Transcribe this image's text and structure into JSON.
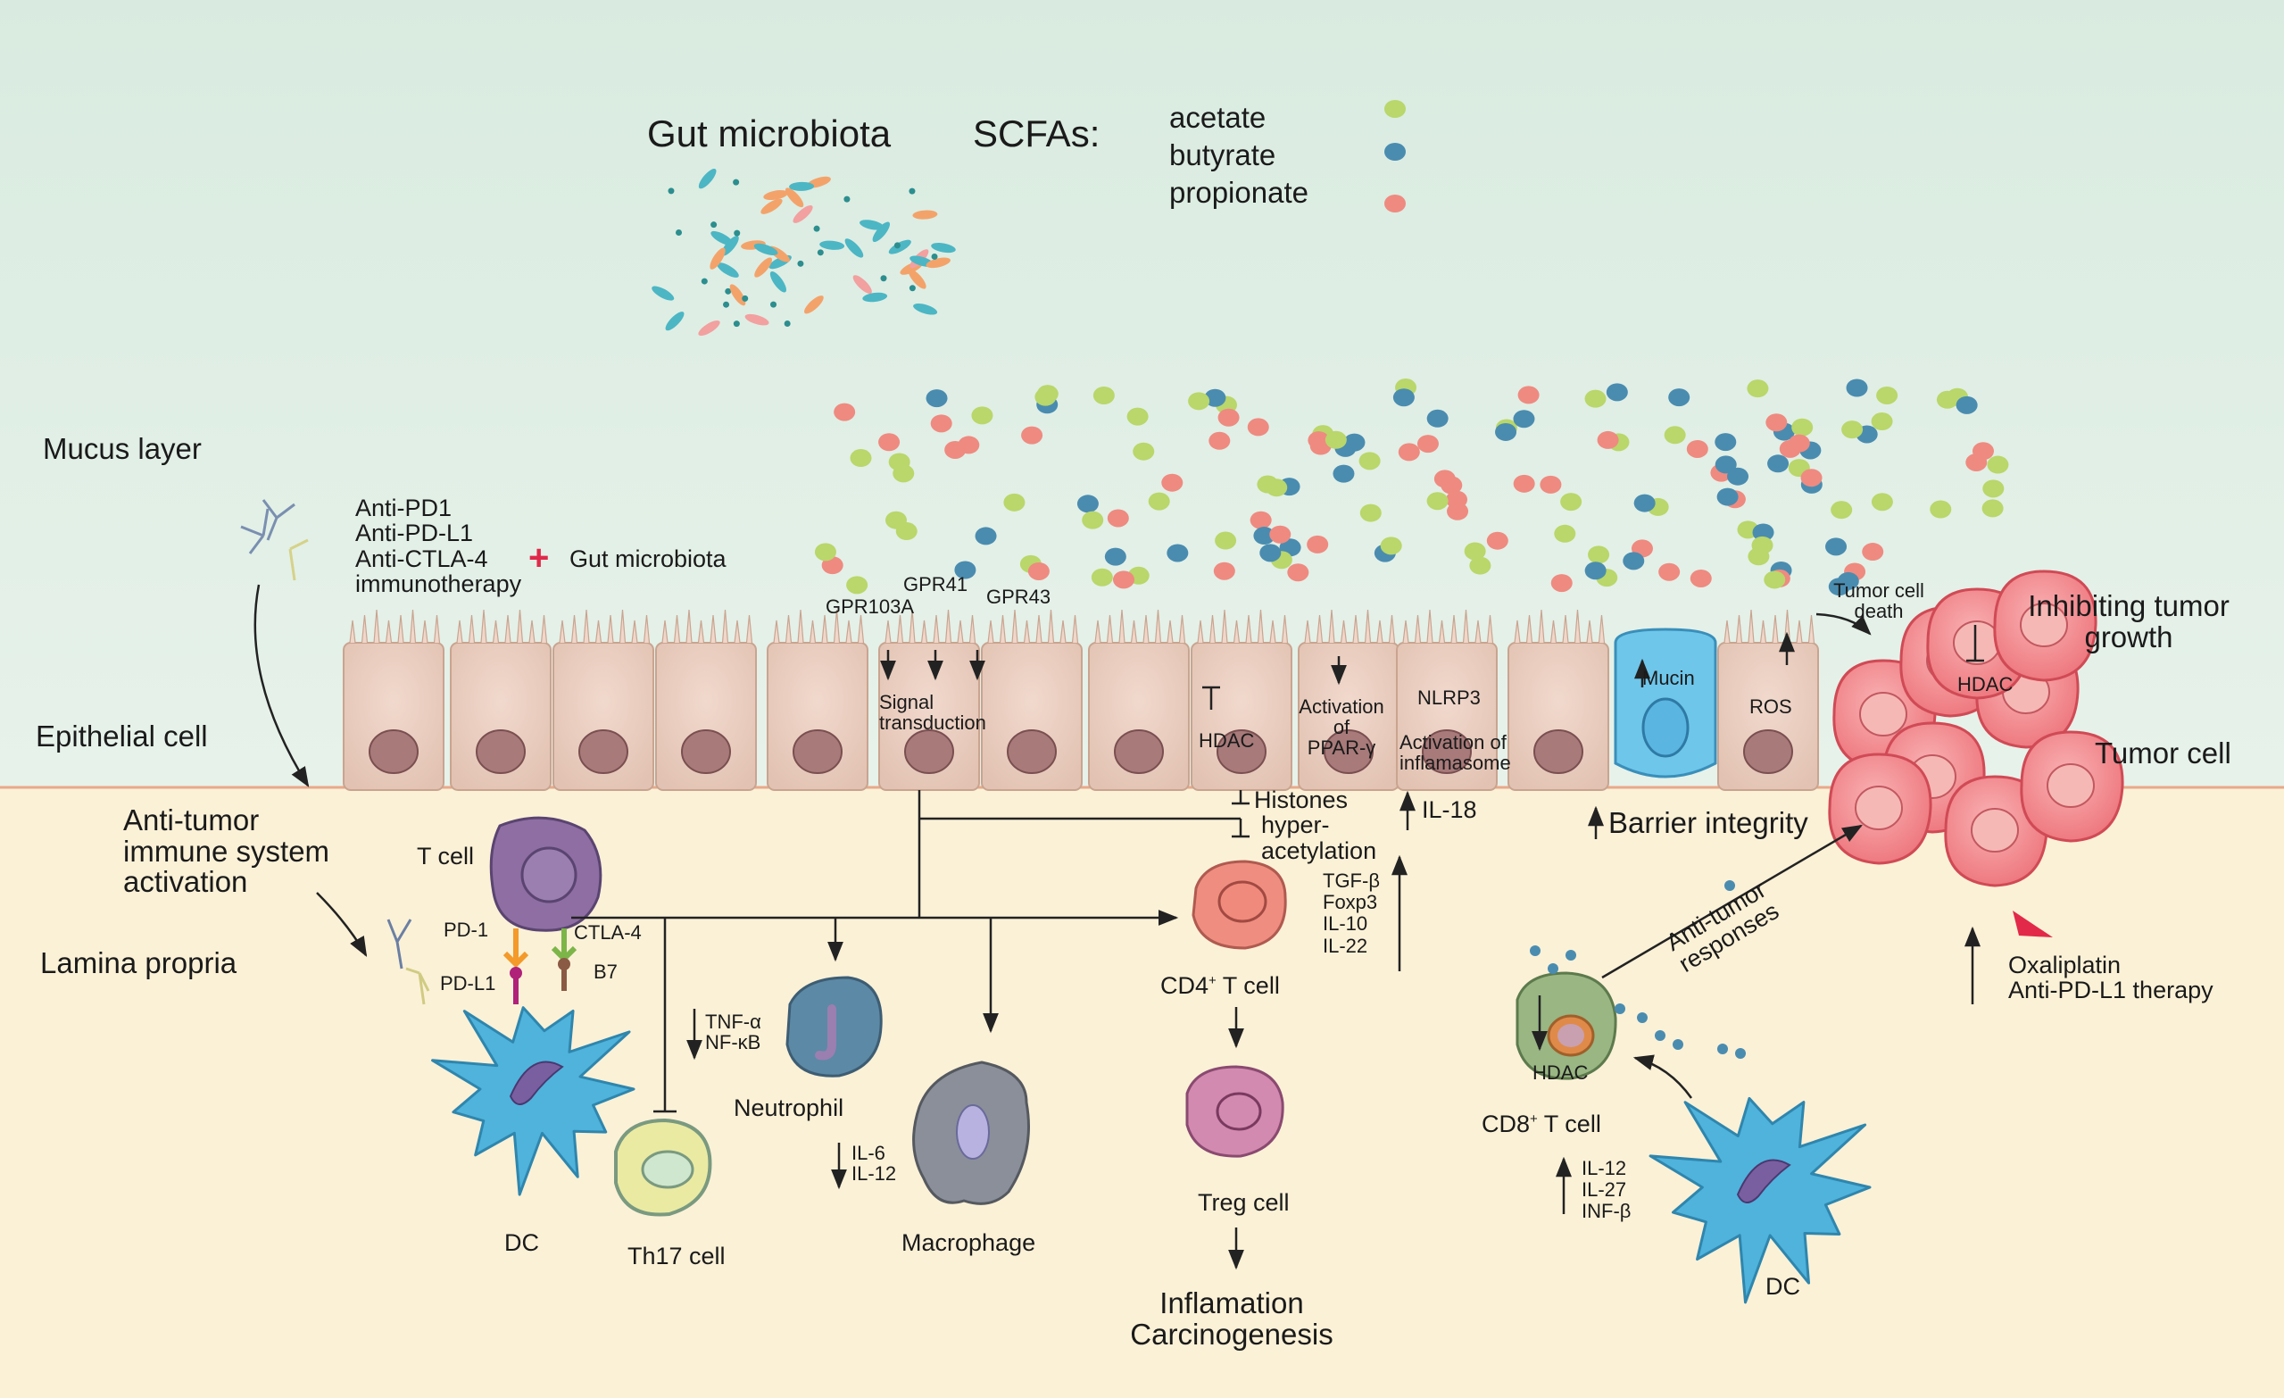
{
  "header": {
    "microbiota_title": "Gut microbiota",
    "scfa_title": "SCFAs:",
    "legend": [
      {
        "label": "acetate",
        "color": "#b9d76a"
      },
      {
        "label": "butyrate",
        "color": "#4a8cb0"
      },
      {
        "label": "propionate",
        "color": "#ef8a80"
      }
    ]
  },
  "layers": {
    "mucus": "Mucus layer",
    "epithelial": "Epithelial cell",
    "lamina": "Lamina propria",
    "tumor_cell": "Tumor cell",
    "inhibit": [
      "Inhibiting tumor",
      "growth"
    ]
  },
  "immunotherapy": {
    "lines": [
      "Anti-PD1",
      "Anti-PD-L1",
      "Anti-CTLA-4",
      "immunotherapy"
    ],
    "plus": "+",
    "gut": "Gut microbiota"
  },
  "receptors": {
    "gpr103a": "GPR103A",
    "gpr41": "GPR41",
    "gpr43": "GPR43",
    "signal": [
      "Signal",
      "transduction"
    ]
  },
  "epithelium_labels": {
    "hdac": "HDAC",
    "ppar": [
      "Activation",
      "of",
      "PPAR-γ"
    ],
    "nlrp3": "NLRP3",
    "inflamasome": [
      "Activation of",
      "inflamasome"
    ],
    "mucin": "Mucin",
    "ros": "ROS",
    "tumor_death": [
      "Tumor cell",
      "death"
    ],
    "tumor_hdac": "HDAC"
  },
  "lamina_labels": {
    "histones": [
      "Histones",
      "hyper-",
      "acetylation"
    ],
    "il18": "IL-18",
    "barrier": "Barrier integrity",
    "anti_tumor_activation": [
      "Anti-tumor",
      "immune system",
      "activation"
    ],
    "t_cell": "T cell",
    "pd1": "PD-1",
    "pdl1": "PD-L1",
    "ctla4": "CTLA-4",
    "b7": "B7",
    "dc": "DC",
    "th17": "Th17 cell",
    "tnf": [
      "TNF-α",
      "NF-κB"
    ],
    "neutrophil": "Neutrophil",
    "il6": [
      "IL-6",
      "IL-12"
    ],
    "macrophage": "Macrophage",
    "cd4": "CD4",
    "cd4_suffix": " T cell",
    "tgf": [
      "TGF-β",
      "Foxp3",
      "IL-10",
      "IL-22"
    ],
    "treg": "Treg cell",
    "inflammation": [
      "Inflamation",
      "Carcinogenesis"
    ],
    "anti_tumor_responses": [
      "Anti-tumor",
      "responses"
    ],
    "cd8_hdac": "HDAC",
    "cd8": "CD8",
    "cd8_suffix": " T cell",
    "il12": [
      "IL-12",
      "IL-27",
      "INF-β"
    ],
    "dc2": "DC",
    "oxaliplatin": [
      "Oxaliplatin",
      "Anti-PD-L1 therapy"
    ]
  }
}
